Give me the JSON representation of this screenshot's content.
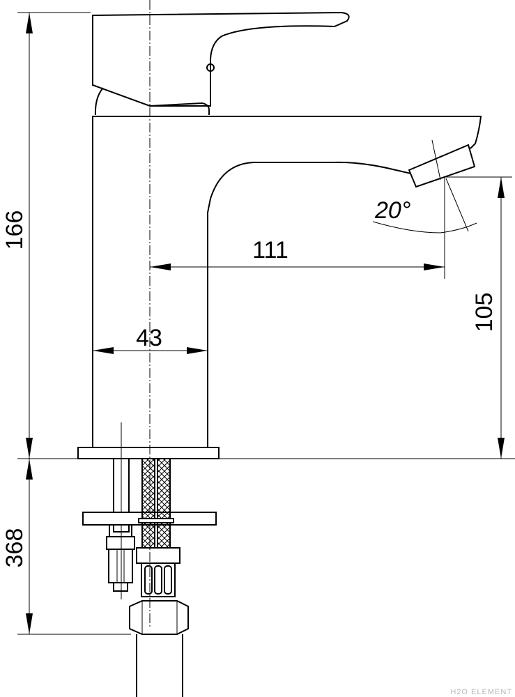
{
  "dimensions": {
    "total_height": "166",
    "hose_length": "368",
    "body_width": "43",
    "spout_reach": "111",
    "spout_height": "105",
    "spout_angle": "20°"
  },
  "watermark": "H2O ELEMENT"
}
